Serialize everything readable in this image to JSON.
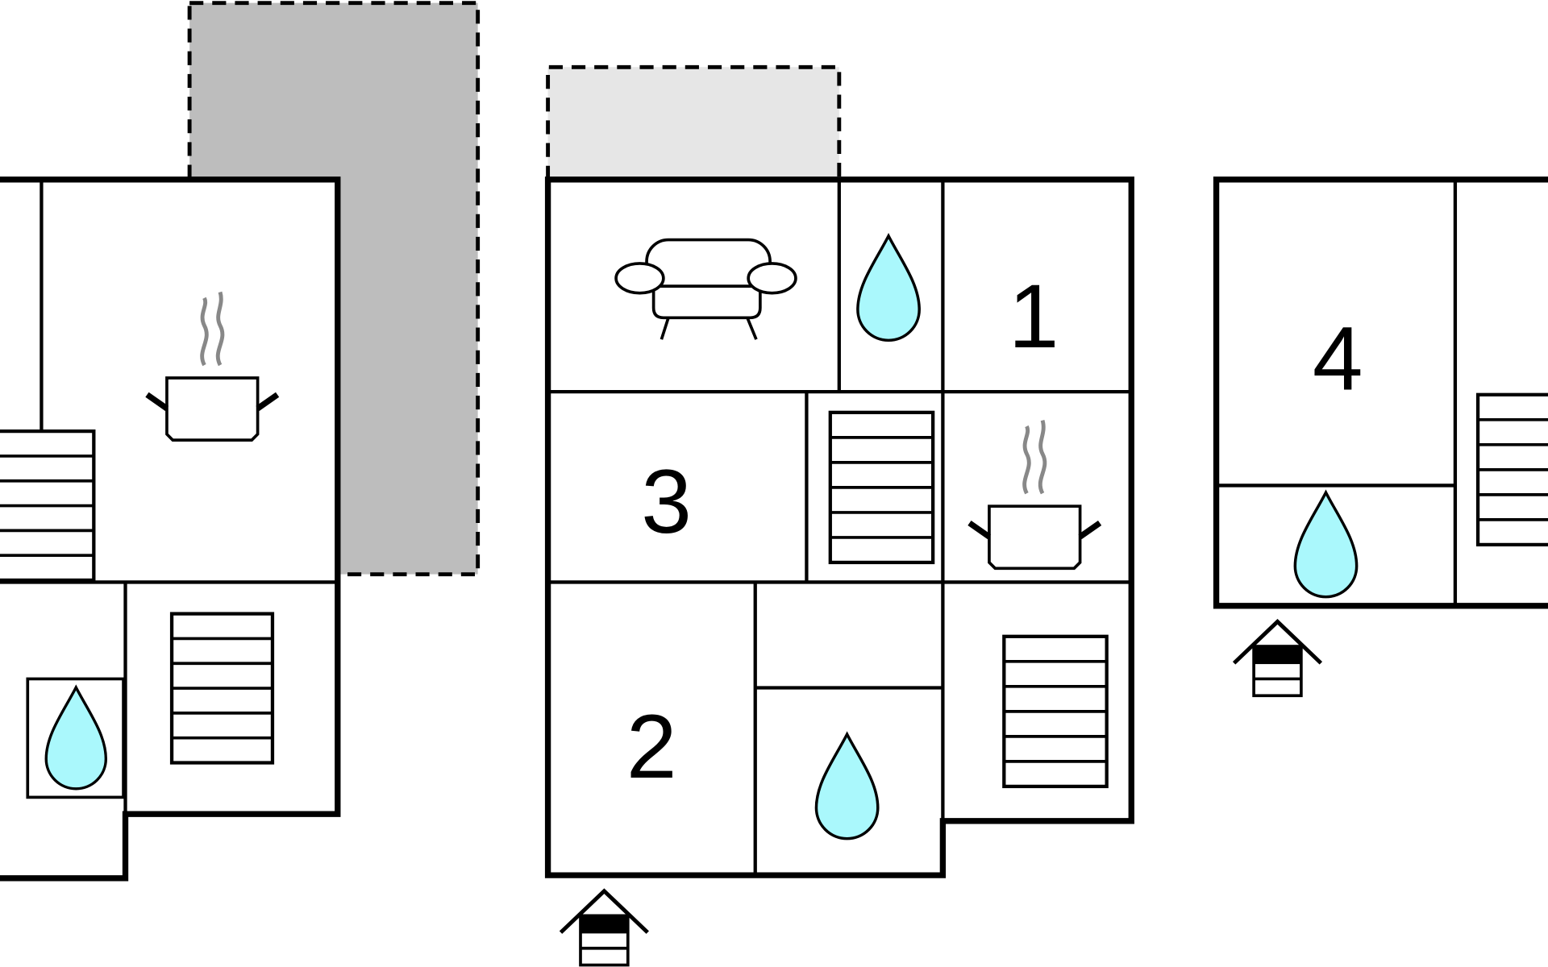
{
  "plan": {
    "room_labels": {
      "r1": "1",
      "r2": "2",
      "r3": "3",
      "r4": "4"
    },
    "colors": {
      "terrace_dark": "#bdbdbd",
      "terrace_light": "#e6e6e6",
      "water": "#aaf8fc",
      "wall": "#000000"
    },
    "icons": [
      "sofa-icon",
      "water-drop-icon",
      "cooking-pot-icon",
      "stairs-icon",
      "entrance-icon"
    ]
  }
}
